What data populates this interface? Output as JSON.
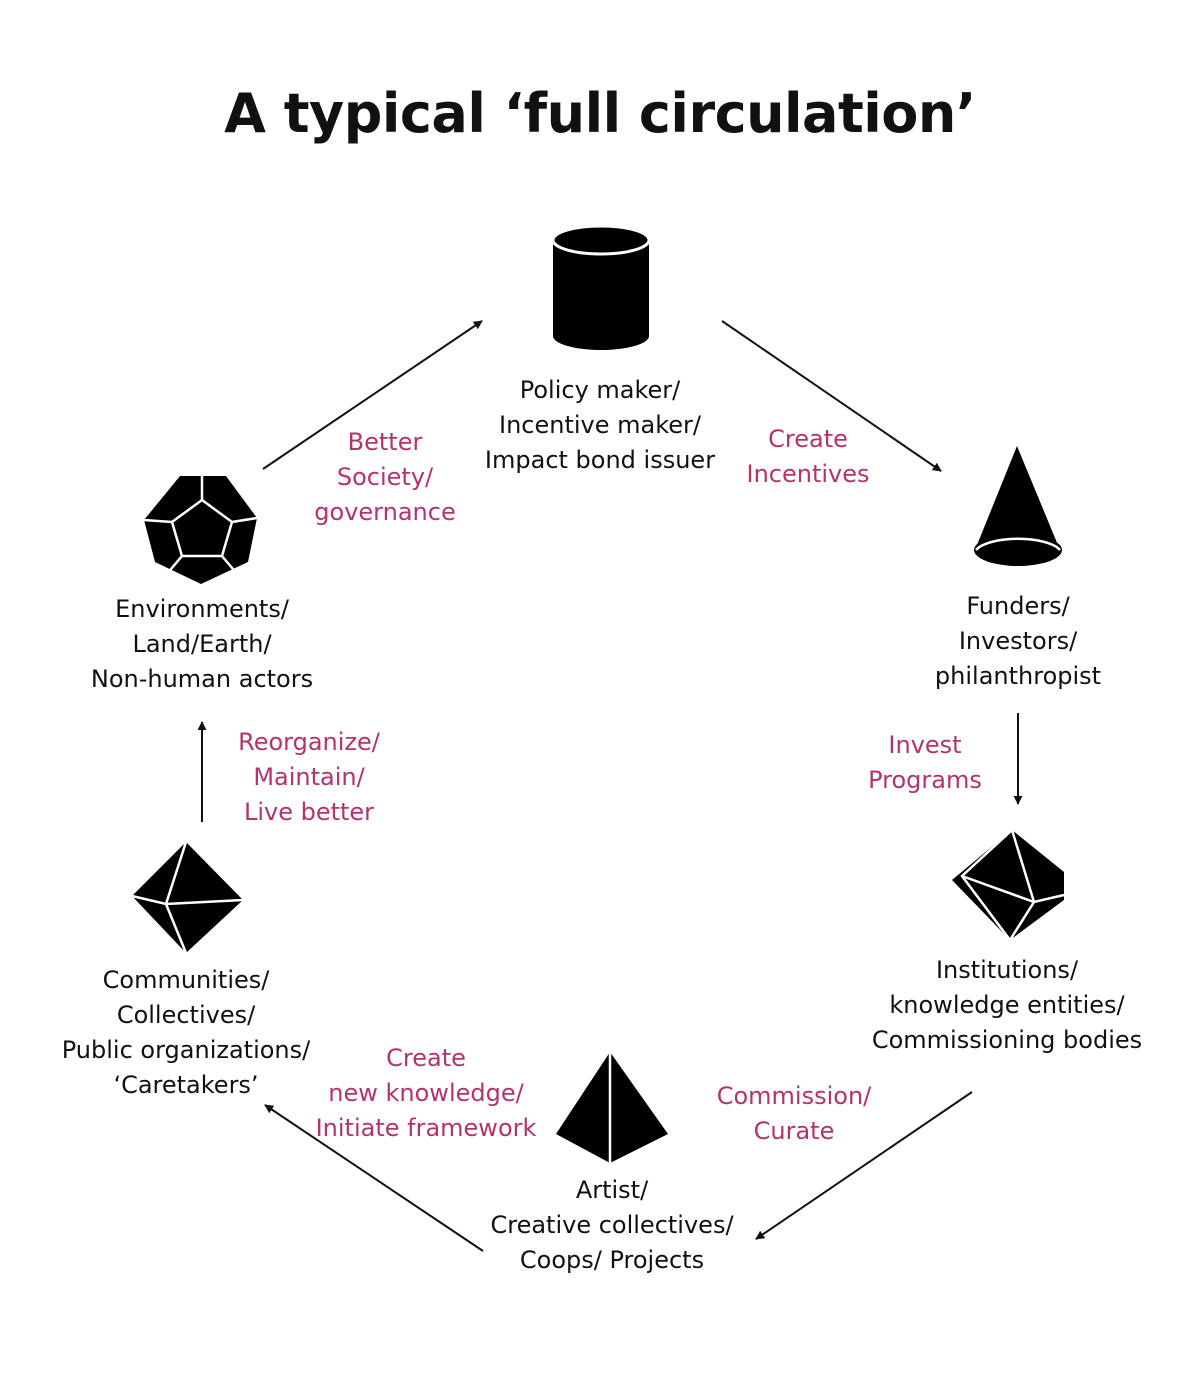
{
  "title": "A typical ‘full circulation’",
  "colors": {
    "text": "#111111",
    "action": "#b3336f",
    "shape": "#000000"
  },
  "nodes": [
    {
      "id": "policy",
      "shape": "cylinder-icon",
      "lines": [
        "Policy maker/",
        "Incentive maker/",
        "Impact bond issuer"
      ]
    },
    {
      "id": "funders",
      "shape": "cone-icon",
      "lines": [
        "Funders/",
        "Investors/",
        "philanthropist"
      ]
    },
    {
      "id": "institutions",
      "shape": "polyhedron-icon",
      "lines": [
        "Institutions/",
        "knowledge entities/",
        "Commissioning bodies"
      ]
    },
    {
      "id": "artist",
      "shape": "pyramid-icon",
      "lines": [
        "Artist/",
        "Creative collectives/",
        "Coops/ Projects"
      ]
    },
    {
      "id": "communities",
      "shape": "octahedron-icon",
      "lines": [
        "Communities/",
        "Collectives/",
        "Public organizations/",
        "‘Caretakers’"
      ]
    },
    {
      "id": "environments",
      "shape": "dodecahedron-icon",
      "lines": [
        "Environments/",
        "Land/Earth/",
        "Non-human actors"
      ]
    }
  ],
  "actions": [
    {
      "id": "create-incentives",
      "lines": [
        "Create",
        "Incentives"
      ]
    },
    {
      "id": "invest-programs",
      "lines": [
        "Invest",
        "Programs"
      ]
    },
    {
      "id": "commission-curate",
      "lines": [
        "Commission/",
        "Curate"
      ]
    },
    {
      "id": "create-knowledge",
      "lines": [
        "Create",
        "new knowledge/",
        "Initiate framework"
      ]
    },
    {
      "id": "reorganize",
      "lines": [
        "Reorganize/",
        "Maintain/",
        "Live better"
      ]
    },
    {
      "id": "better-society",
      "lines": [
        "Better",
        "Society/",
        "governance"
      ]
    }
  ]
}
